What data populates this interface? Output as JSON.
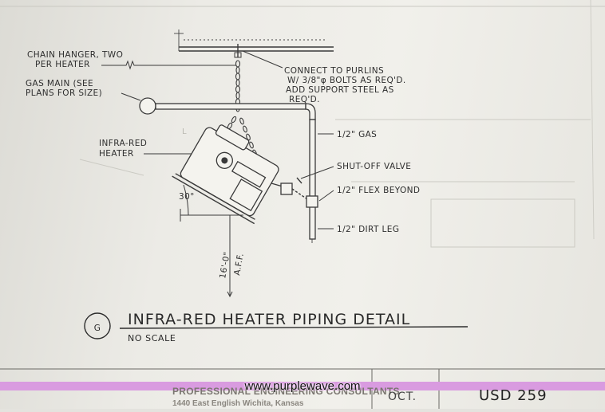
{
  "diagram": {
    "title": "INFRA-RED HEATER PIPING DETAIL",
    "subtitle": "NO SCALE",
    "detail_marker": "G",
    "labels": {
      "chain_hanger_1": "CHAIN HANGER, TWO",
      "chain_hanger_2": "PER HEATER",
      "gas_main_1": "GAS MAIN (SEE",
      "gas_main_2": "PLANS FOR SIZE)",
      "connect_1": "CONNECT TO PURLINS",
      "connect_2": "W/ 3/8\"φ BOLTS AS REQ'D.",
      "connect_3": "ADD SUPPORT STEEL AS",
      "connect_4": "REQ'D.",
      "heater_1": "INFRA-RED",
      "heater_2": "HEATER",
      "gas_half": "1/2\" GAS",
      "shutoff": "SHUT-OFF VALVE",
      "flex": "1/2\" FLEX BEYOND",
      "dirt_leg": "1/2\" DIRT LEG",
      "angle": "30°",
      "height_1": "16'-0\"",
      "height_2": "A.F.F."
    }
  },
  "title_block": {
    "firm_line_1": "PROFESSIONAL ENGINEERING CONSULTANTS",
    "firm_line_2": "1440 East English        Wichita, Kansas",
    "date_label": "OCT.",
    "project": "USD 259"
  },
  "watermark": "www.purplewave.com",
  "colors": {
    "paper": "#eeede8",
    "ink": "#3a3a3a",
    "watermark_band": "#d99be0"
  }
}
